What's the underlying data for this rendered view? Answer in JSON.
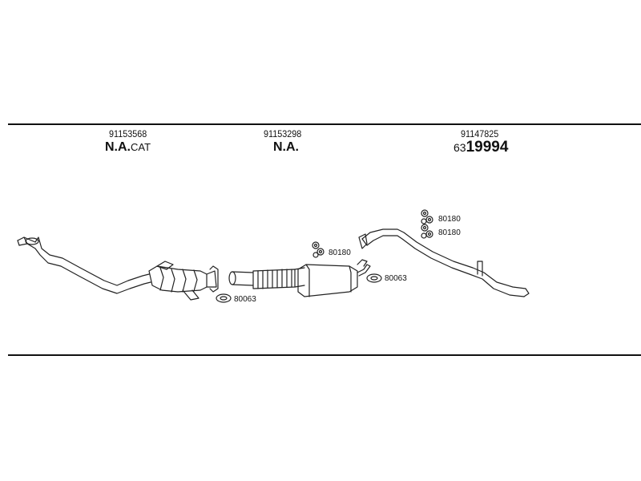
{
  "groups": [
    {
      "part_number": "91153568",
      "code": "N.A.",
      "code_suffix": "CAT"
    },
    {
      "part_number": "91153298",
      "code": "N.A."
    },
    {
      "part_number": "91147825",
      "code_prefix": "63",
      "code": "19994"
    }
  ],
  "callouts": {
    "gasket_front": "80063",
    "bolt_mid": "80180",
    "gasket_mid": "80063",
    "bolt_rear_1": "80180",
    "bolt_rear_2": "80180"
  }
}
